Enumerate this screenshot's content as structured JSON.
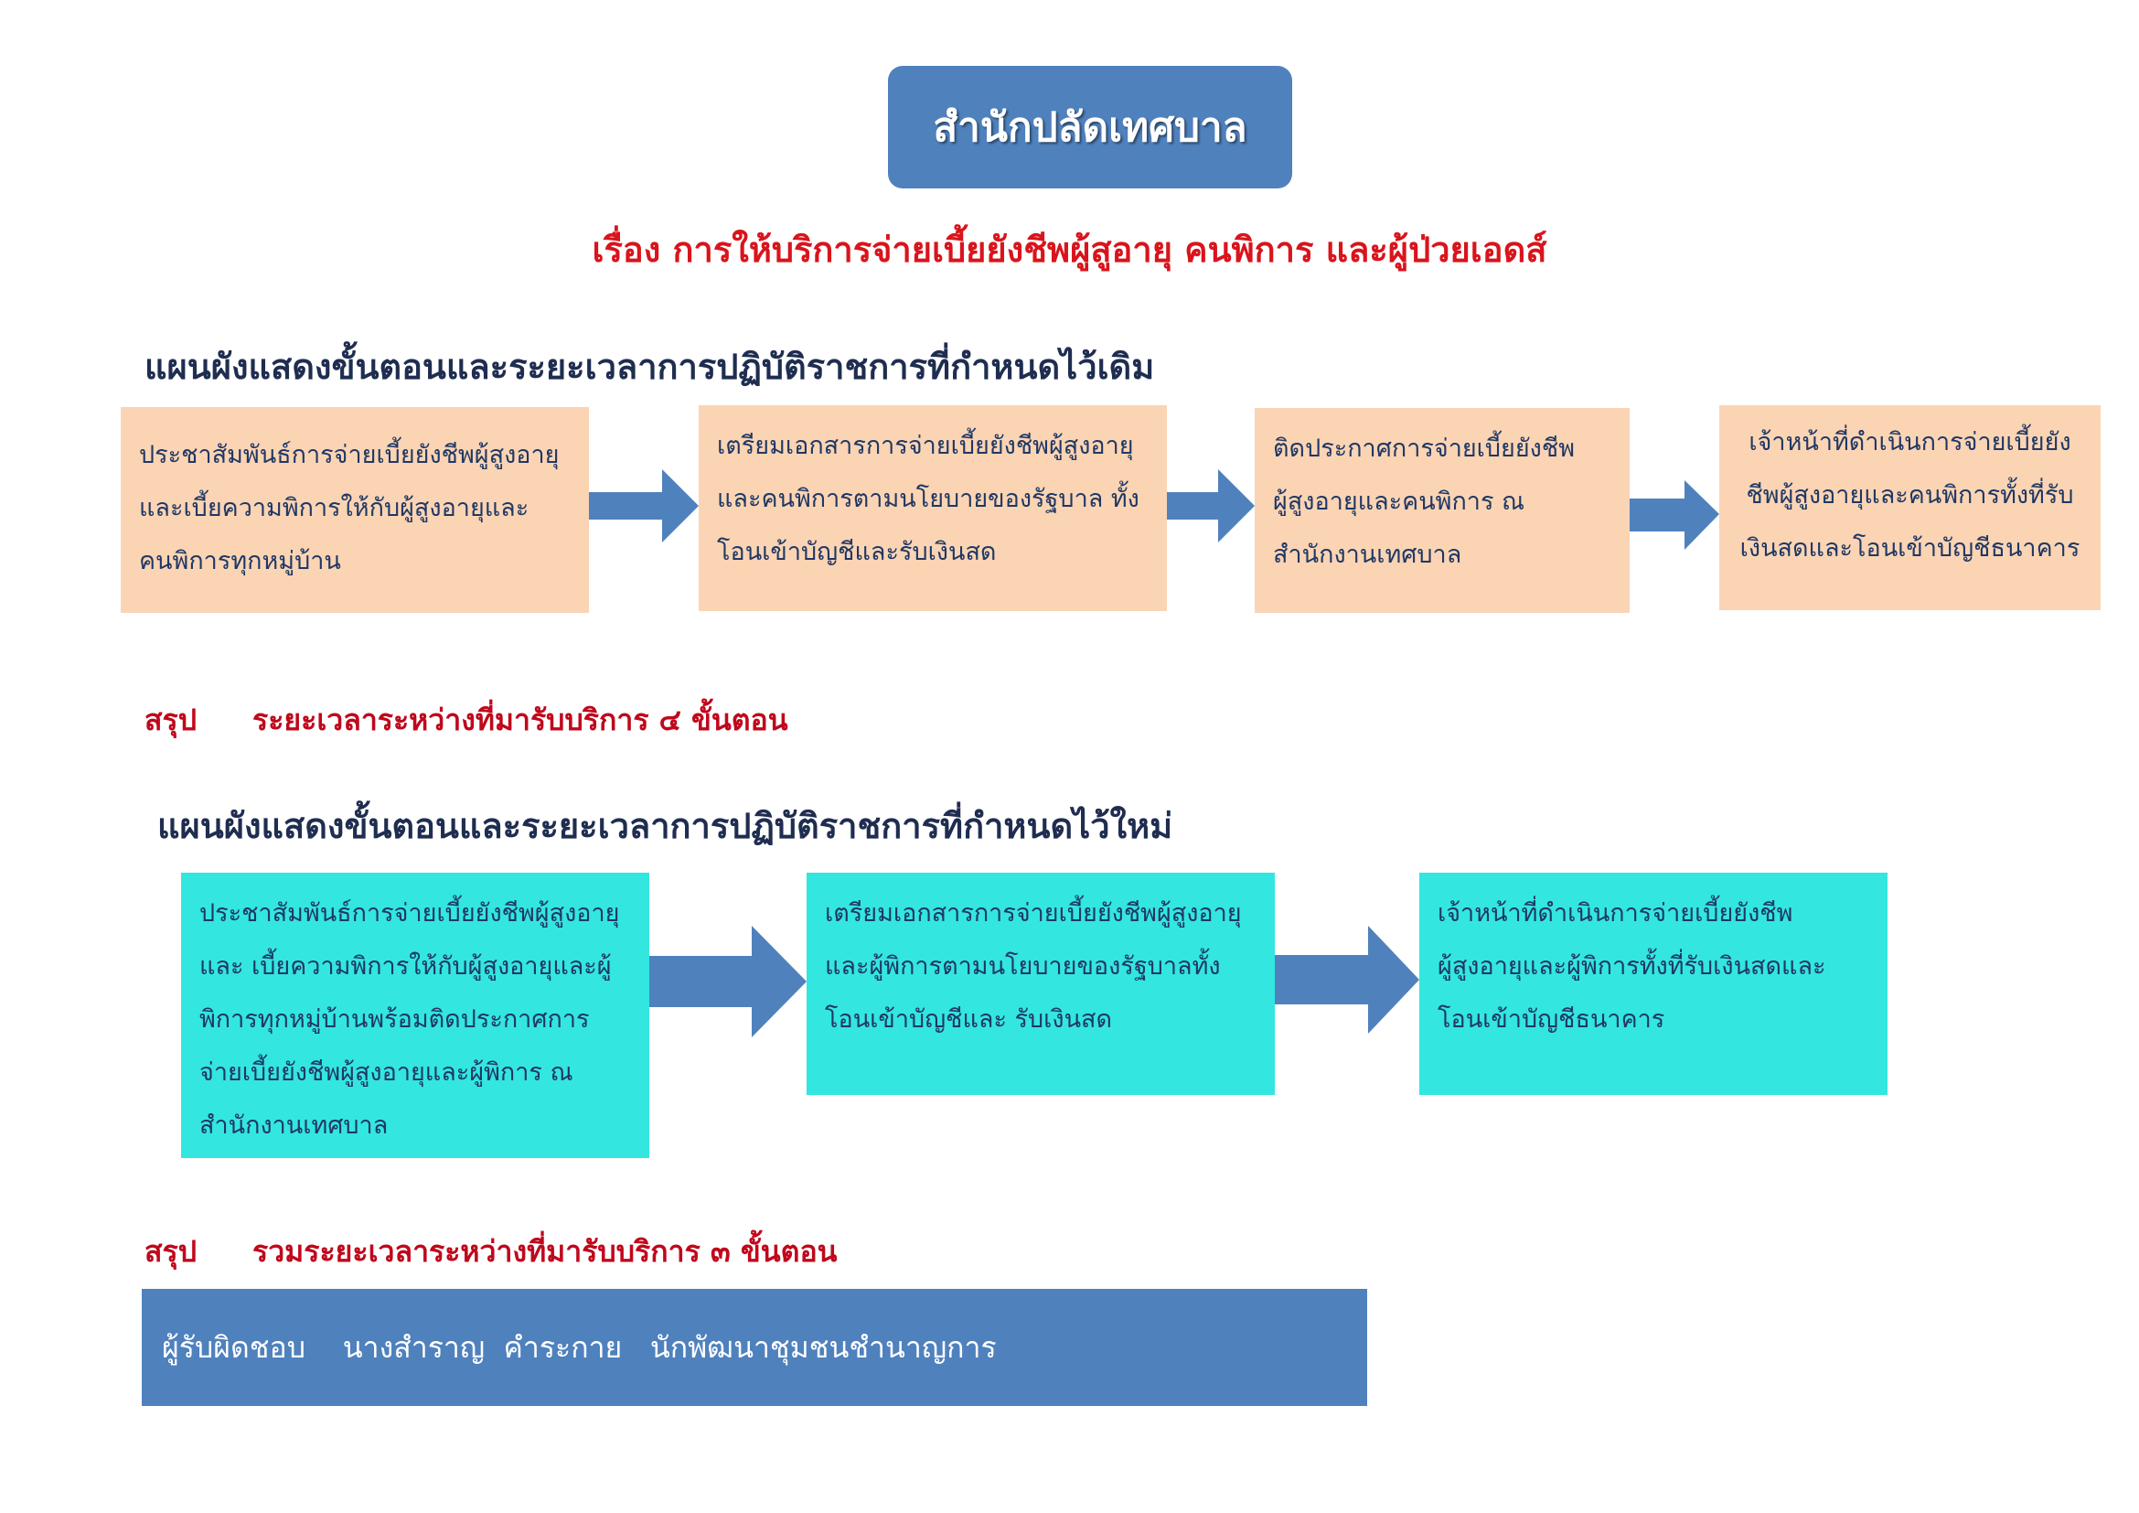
{
  "header": {
    "title": "สำนักปลัดเทศบาล"
  },
  "subject": "เรื่อง การให้บริการจ่ายเบี้ยยังชีพผู้สูอายุ คนพิการ และผู้ป่วยเอดส์",
  "section_old": {
    "title": "แผนผังแสดงขั้นตอนและระยะเวลาการปฏิบัติราชการที่กำหนดไว้เดิม",
    "steps": [
      {
        "lines": [
          "ประชาสัมพันธ์การจ่ายเบี้ยยังชีพผู้สูงอายุ",
          "และเบี้ยความพิการให้กับผู้สูงอายุและ",
          "คนพิการทุกหมู่บ้าน"
        ]
      },
      {
        "lines": [
          "เตรียมเอกสารการจ่ายเบี้ยยังชีพผู้สูงอายุ",
          "และคนพิการตามนโยบายของรัฐบาล ทั้ง",
          "โอนเข้าบัญชีและรับเงินสด"
        ]
      },
      {
        "lines": [
          "ติดประกาศการจ่ายเบี้ยยังชีพ",
          "ผู้สูงอายุและคนพิการ ณ",
          "สำนักงานเทศบาล"
        ]
      },
      {
        "lines": [
          "เจ้าหน้าที่ดำเนินการจ่ายเบี้ยยัง",
          "ชีพผู้สูงอายุและคนพิการทั้งที่รับ",
          "เงินสดและโอนเข้าบัญชีธนาคาร"
        ]
      }
    ],
    "summary": {
      "label": "สรุป",
      "text": "ระยะเวลาระหว่างที่มารับบริการ ๔ ขั้นตอน"
    }
  },
  "section_new": {
    "title": "แผนผังแสดงขั้นตอนและระยะเวลาการปฏิบัติราชการที่กำหนดไว้ใหม่",
    "steps": [
      {
        "lines": [
          "ประชาสัมพันธ์การจ่ายเบี้ยยังชีพผู้สูงอายุ",
          "และ เบี้ยความพิการให้กับผู้สูงอายุและผู้",
          "พิการทุกหมู่บ้านพร้อมติดประกาศการ",
          "จ่ายเบี้ยยังชีพผู้สูงอายุและผู้พิการ ณ",
          "สำนักงานเทศบาล"
        ]
      },
      {
        "lines": [
          "เตรียมเอกสารการจ่ายเบี้ยยังชีพผู้สูงอายุ",
          "และผู้พิการตามนโยบายของรัฐบาลทั้ง",
          "โอนเข้าบัญชีและ รับเงินสด"
        ]
      },
      {
        "lines": [
          "เจ้าหน้าที่ดำเนินการจ่ายเบี้ยยังชีพ",
          "ผู้สูงอายุและผู้พิการทั้งที่รับเงินสดและ",
          "โอนเข้าบัญชีธนาคาร"
        ]
      }
    ],
    "summary": {
      "label": "สรุป",
      "text": "รวมระยะเวลาระหว่างที่มารับบริการ ๓ ขั้นตอน"
    }
  },
  "footer": {
    "text": "ผู้รับผิดชอบ    นางสำราญ  คำระกาย   นักพัฒนาชุมชนชำนาญการ"
  },
  "colors": {
    "badge": "#4f81bd",
    "arrow": "#4f81bd",
    "peach_box": "#fbd4b4",
    "cyan_box": "#33e6e0",
    "subject_red": "#d9141c",
    "summary_red": "#c0081c",
    "box_text": "#1f3864"
  }
}
